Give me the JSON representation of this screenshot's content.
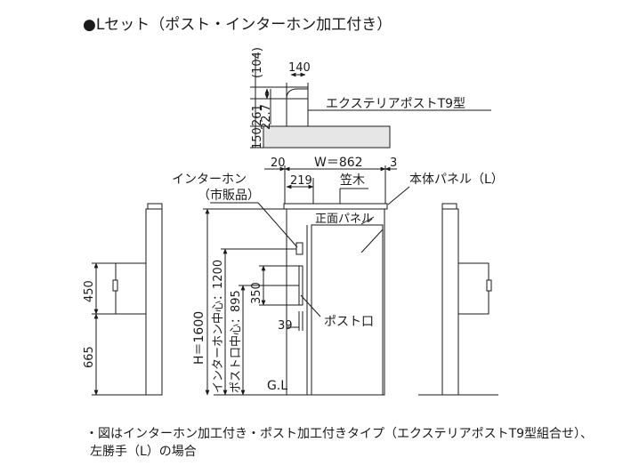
{
  "title": "●Lセット（ポスト・インターホン加工付き）",
  "top_view": {
    "dim_140": "140",
    "dim_104": "(104)",
    "dim_22_7": "22.7",
    "dim_261": "261",
    "dim_150": "150",
    "label_post": "エクステリアポストT9型"
  },
  "front_view": {
    "dim_20": "20",
    "dim_width": "W＝862",
    "dim_3": "3",
    "dim_219": "219",
    "label_intercom_1": "インターホン",
    "label_intercom_2": "（市販品）",
    "label_kasagi": "笠木",
    "label_body_panel": "本体パネル（L）",
    "label_front_panel": "正面パネル",
    "dim_height": "H＝1600",
    "dim_intercom_center": "インターホン中心：1200",
    "dim_post_center": "ポスト口中心：895",
    "dim_350": "350",
    "dim_39": "39",
    "label_post_slot": "ポスト口",
    "label_gl": "G.L"
  },
  "side_view": {
    "dim_450": "450",
    "dim_665": "665"
  },
  "notes": {
    "line_1": "・図はインターホン加工付き・ポスト加工付きタイプ（エクステリアポストT9型組合せ）、",
    "line_2": "左勝手（L）の場合"
  }
}
